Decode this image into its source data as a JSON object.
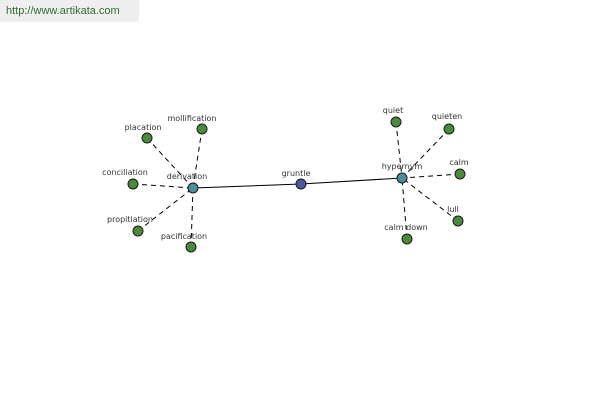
{
  "banner": {
    "url_text": "http://www.artikata.com"
  },
  "colors": {
    "leaf": "#4a8a3c",
    "hub": "#4a8f9a",
    "root": "#4a5aa3",
    "banner_text": "#2f6f2f"
  },
  "graph": {
    "root": {
      "id": "gruntle",
      "label": "gruntle"
    },
    "hubs": [
      {
        "id": "derivation",
        "label": "derivation"
      },
      {
        "id": "hypernym",
        "label": "hypernym"
      }
    ],
    "leaves": [
      {
        "id": "placation",
        "label": "placation",
        "hub": "derivation"
      },
      {
        "id": "mollification",
        "label": "mollification",
        "hub": "derivation"
      },
      {
        "id": "conciliation",
        "label": "conciliation",
        "hub": "derivation"
      },
      {
        "id": "propitiation",
        "label": "propitiation",
        "hub": "derivation"
      },
      {
        "id": "pacification",
        "label": "pacification",
        "hub": "derivation"
      },
      {
        "id": "quiet",
        "label": "quiet",
        "hub": "hypernym"
      },
      {
        "id": "quieten",
        "label": "quieten",
        "hub": "hypernym"
      },
      {
        "id": "calm",
        "label": "calm",
        "hub": "hypernym"
      },
      {
        "id": "lull",
        "label": "lull",
        "hub": "hypernym"
      },
      {
        "id": "calm-down",
        "label": "calm down",
        "hub": "hypernym"
      }
    ]
  }
}
